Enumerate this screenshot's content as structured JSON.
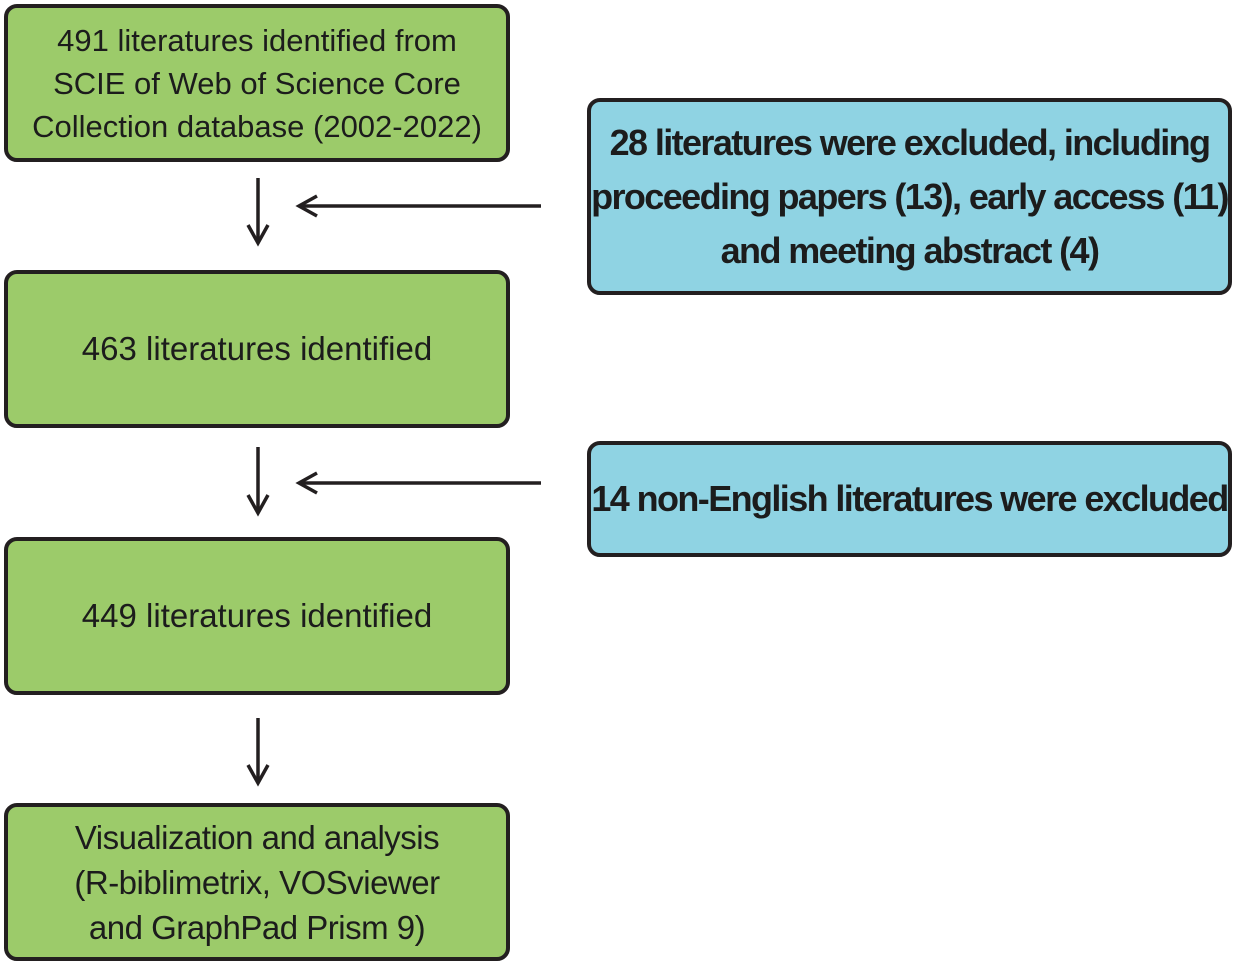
{
  "flow": {
    "start": {
      "lines": [
        "491 literatures identified from",
        "SCIE of Web of Science Core",
        "Collection database (2002-2022)"
      ]
    },
    "step2": {
      "lines": [
        "463 literatures identified"
      ]
    },
    "step3": {
      "lines": [
        "449 literatures identified"
      ]
    },
    "final": {
      "lines": [
        "Visualization and analysis",
        "(R-biblimetrix, VOSviewer",
        "and GraphPad Prism 9)"
      ]
    }
  },
  "exclusions": {
    "first": {
      "lines": [
        "28 literatures  were excluded, including",
        "proceeding papers (13), early access (11)",
        "and meeting abstract (4)"
      ]
    },
    "second": {
      "lines": [
        "14 non-English literatures were excluded"
      ]
    }
  },
  "colors": {
    "main_box": "#9ccb6a",
    "exclusion_box": "#8fd3e3",
    "border": "#231f20",
    "arrow": "#231f20"
  }
}
